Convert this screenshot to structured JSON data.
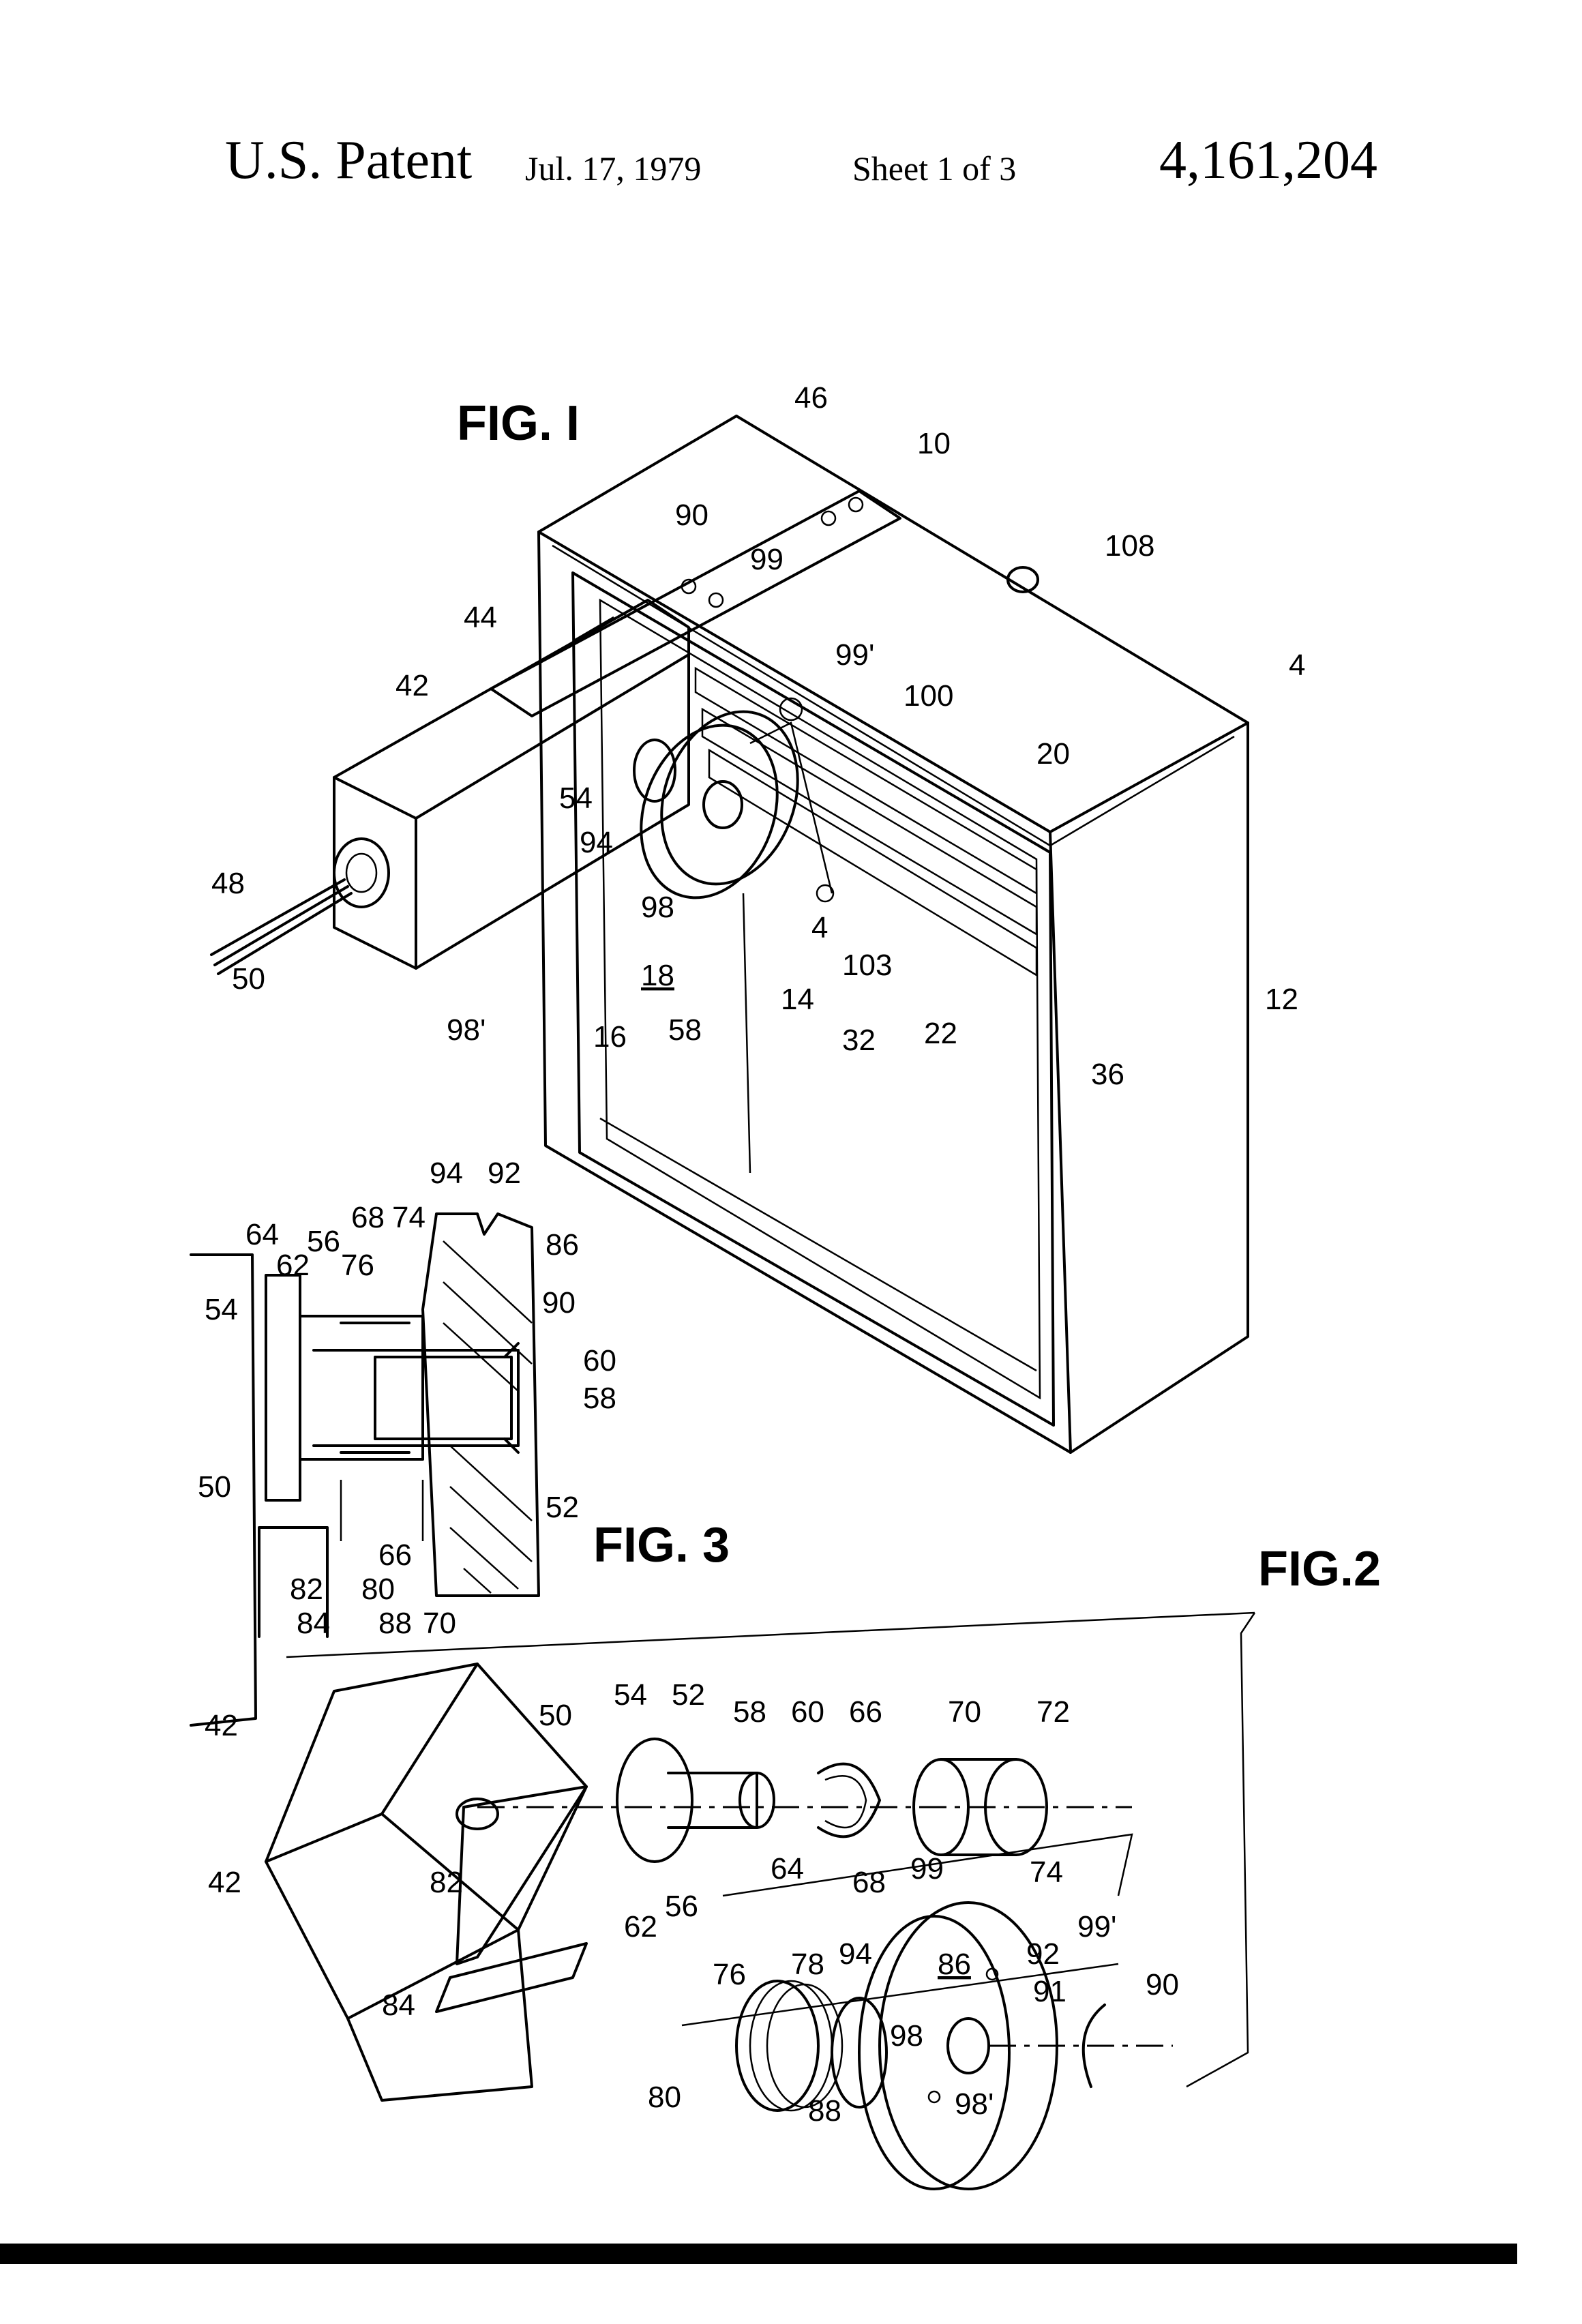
{
  "header": {
    "title": "U.S. Patent",
    "date": "Jul. 17, 1979",
    "sheet": "Sheet 1 of 3",
    "patent_number": "4,161,204"
  },
  "figures": {
    "fig1": "FIG. I",
    "fig2": "FIG.2",
    "fig3": "FIG. 3"
  },
  "fig1_labels": {
    "l10": "10",
    "l12": "12",
    "l14": "14",
    "l16": "16",
    "l18": "18",
    "l20": "20",
    "l22": "22",
    "l32": "32",
    "l36": "36",
    "l42": "42",
    "l44": "44",
    "l46": "46",
    "l48": "48",
    "l50": "50",
    "l54": "54",
    "l58": "58",
    "l90": "90",
    "l94": "94",
    "l98": "98",
    "l98p": "98'",
    "l99": "99",
    "l99p": "99'",
    "l100": "100",
    "l103": "103",
    "l108": "108",
    "l4a": "4",
    "l4b": "4"
  },
  "fig3_labels": {
    "l94": "94",
    "l92": "92",
    "l64": "64",
    "l56": "56",
    "l68": "68",
    "l74": "74",
    "l86": "86",
    "l62": "62",
    "l76": "76",
    "l54": "54",
    "l90": "90",
    "l60": "60",
    "l58": "58",
    "l50": "50",
    "l52": "52",
    "l66": "66",
    "l82": "82",
    "l80": "80",
    "l84": "84",
    "l88": "88",
    "l70": "70",
    "l42": "42"
  },
  "fig2_labels": {
    "l50": "50",
    "l54": "54",
    "l52": "52",
    "l58": "58",
    "l60": "60",
    "l66": "66",
    "l70": "70",
    "l72": "72",
    "l42": "42",
    "l82": "82",
    "l62": "62",
    "l56": "56",
    "l64": "64",
    "l68": "68",
    "l99": "99",
    "l74": "74",
    "l99p": "99'",
    "l94": "94",
    "l86": "86",
    "l92": "92",
    "l76": "76",
    "l78": "78",
    "l91": "91",
    "l90": "90",
    "l84": "84",
    "l98": "98",
    "l80": "80",
    "l88": "88",
    "l98p": "98'"
  }
}
